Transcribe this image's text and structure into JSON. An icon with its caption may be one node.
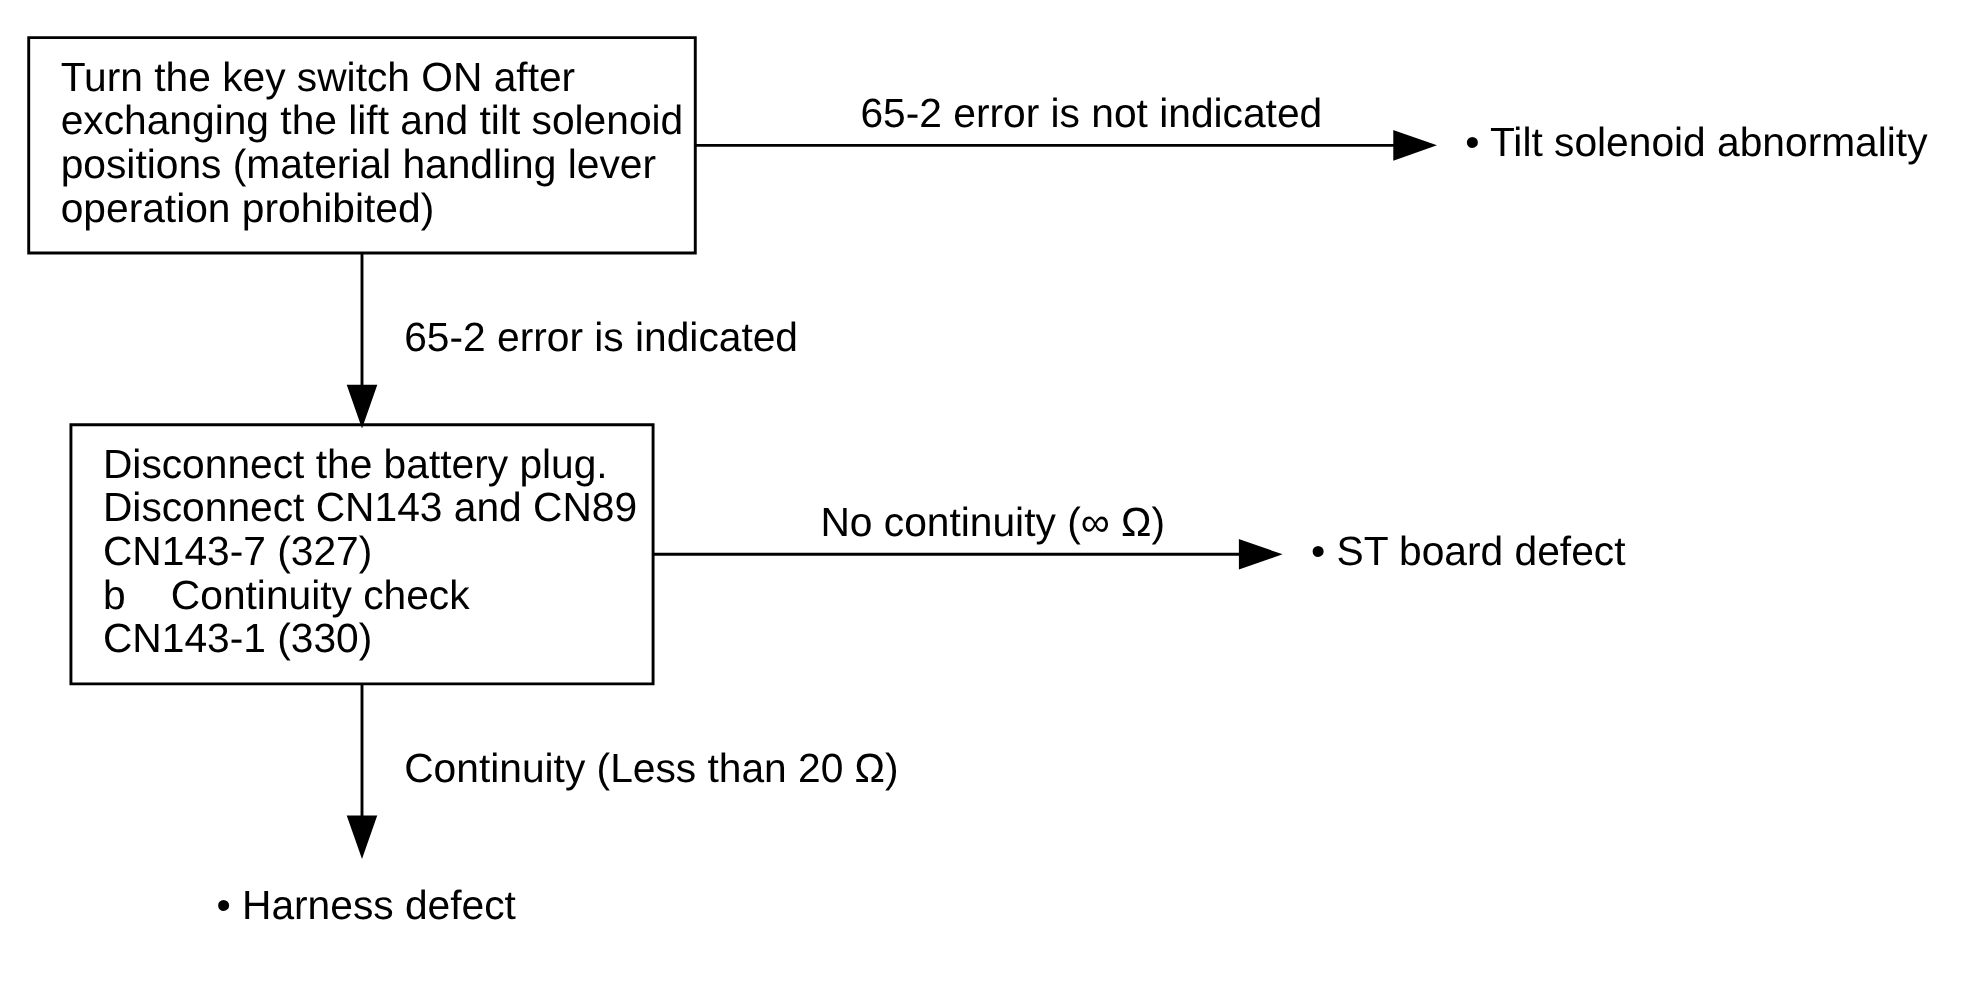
{
  "diagram": {
    "nodes": [
      {
        "text": [
          "Turn the key switch ON after exchanging the lift and tilt solenoid positions (material handling lever operation prohibited)"
        ]
      },
      {
        "text": [
          "• Tilt solenoid abnormality"
        ]
      },
      {
        "text": [
          "Disconnect the battery plug.",
          "Disconnect CN143 and CN89",
          "CN143-7 (327)",
          "b    Continuity check",
          "CN143-1 (330)"
        ]
      },
      {
        "text": [
          "• ST board defect"
        ]
      },
      {
        "text": [
          "• Harness defect"
        ]
      }
    ],
    "edges": [
      {
        "from": 0,
        "to": 1,
        "arrow": "to",
        "label": "65-2 error is not indicated"
      },
      {
        "from": 0,
        "to": 2,
        "arrow": "to",
        "label": "65-2 error is indicated"
      },
      {
        "from": 2,
        "to": 3,
        "arrow": "to",
        "label": "No continuity (∞ Ω)"
      },
      {
        "from": 2,
        "to": 4,
        "arrow": "to",
        "label": "Continuity (Less than 20 Ω)"
      }
    ]
  }
}
